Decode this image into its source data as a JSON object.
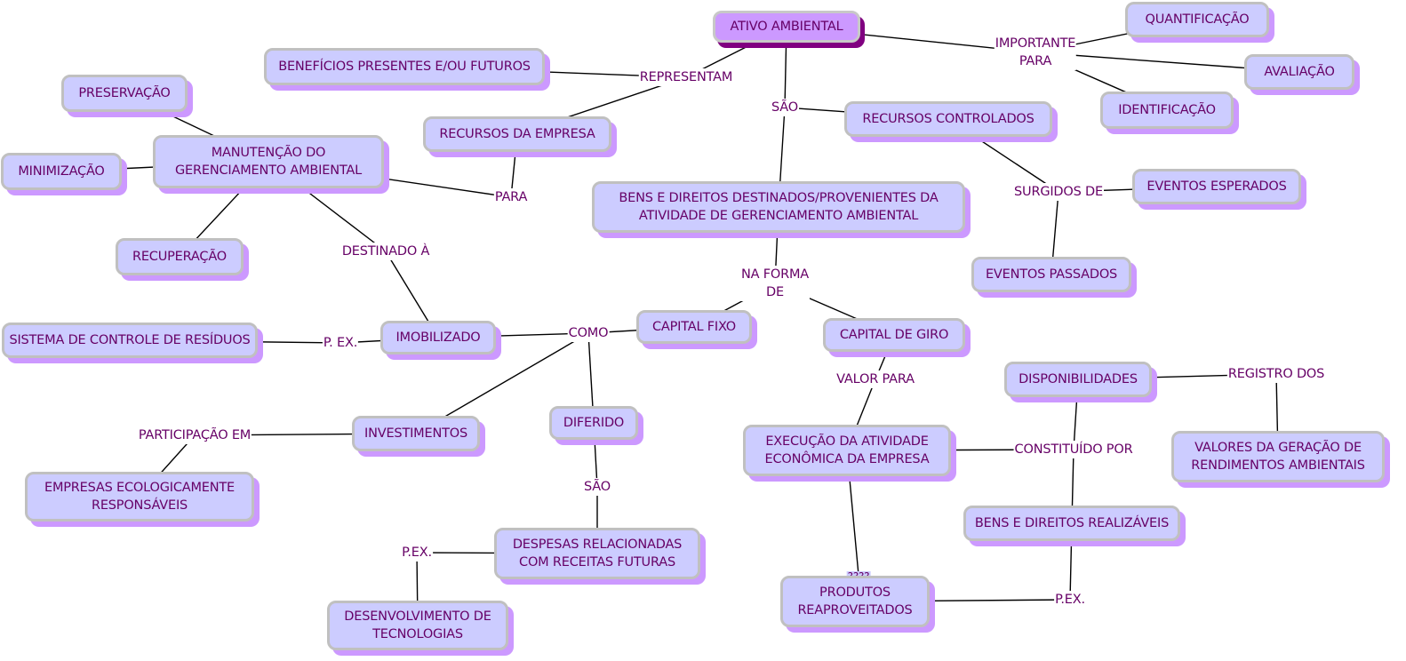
{
  "map": {
    "title": "ATIVO AMBIENTAL",
    "colors": {
      "concept_fill": "#ccccff",
      "concept_border": "#c0c0c0",
      "concept_shadow": "#cc99ff",
      "root_fill": "#cc99ff",
      "root_shadow": "#800080",
      "text": "#660066",
      "link": "#000000"
    },
    "concepts": {
      "ativo": "ATIVO AMBIENTAL",
      "quantificacao": "QUANTIFICAÇÃO",
      "avaliacao": "AVALIAÇÃO",
      "identificacao": "IDENTIFICAÇÃO",
      "beneficios": "BENEFÍCIOS PRESENTES E/OU FUTUROS",
      "recursos_empresa": "RECURSOS DA EMPRESA",
      "recursos_controlados": "RECURSOS CONTROLADOS",
      "preservacao": "PRESERVAÇÃO",
      "minimizacao": "MINIMIZAÇÃO",
      "manutencao": "MANUTENÇÃO DO\nGERENCIAMENTO AMBIENTAL",
      "recuperacao": "RECUPERAÇÃO",
      "bens_direitos": "BENS E DIREITOS DESTINADOS/PROVENIENTES DA\nATIVIDADE DE GERENCIAMENTO AMBIENTAL",
      "eventos_esperados": "EVENTOS ESPERADOS",
      "eventos_passados": "EVENTOS PASSADOS",
      "sistema_controle": "SISTEMA DE CONTROLE DE RESÍDUOS",
      "imobilizado": "IMOBILIZADO",
      "capital_fixo": "CAPITAL FIXO",
      "capital_giro": "CAPITAL DE GIRO",
      "disponibilidades": "DISPONIBILIDADES",
      "investimentos": "INVESTIMENTOS",
      "diferido": "DIFERIDO",
      "execucao": "EXECUÇÃO DA ATIVIDADE\nECONÔMICA DA EMPRESA",
      "valores_geracao": "VALORES DA GERAÇÃO DE\nRENDIMENTOS AMBIENTAIS",
      "empresas_eco": "EMPRESAS ECOLOGICAMENTE\nRESPONSÁVEIS",
      "bens_realizaveis": "BENS E DIREITOS REALIZÁVEIS",
      "despesas": "DESPESAS RELACIONADAS\nCOM RECEITAS FUTURAS",
      "produtos": "PRODUTOS\nREAPROVEITADOS",
      "desenvolvimento": "DESENVOLVIMENTO DE\nTECNOLOGIAS"
    },
    "phrases": {
      "importante_para": "IMPORTANTE\nPARA",
      "representam": "REPRESENTAM",
      "sao_1": "SÃO",
      "para": "PARA",
      "surgidos_de": "SURGIDOS DE",
      "destinado_a": "DESTINADO À",
      "na_forma_de": "NA FORMA\nDE",
      "p_ex_1": "P. EX.",
      "como": "COMO",
      "valor_para": "VALOR PARA",
      "registro_dos": "REGISTRO DOS",
      "participacao_em": "PARTICIPAÇÃO EM",
      "constituido_por": "CONSTITUÍDO POR",
      "sao_2": "SÃO",
      "p_ex_2": "P.EX.",
      "p_ex_3": "P.EX.",
      "hidden": "????"
    }
  }
}
